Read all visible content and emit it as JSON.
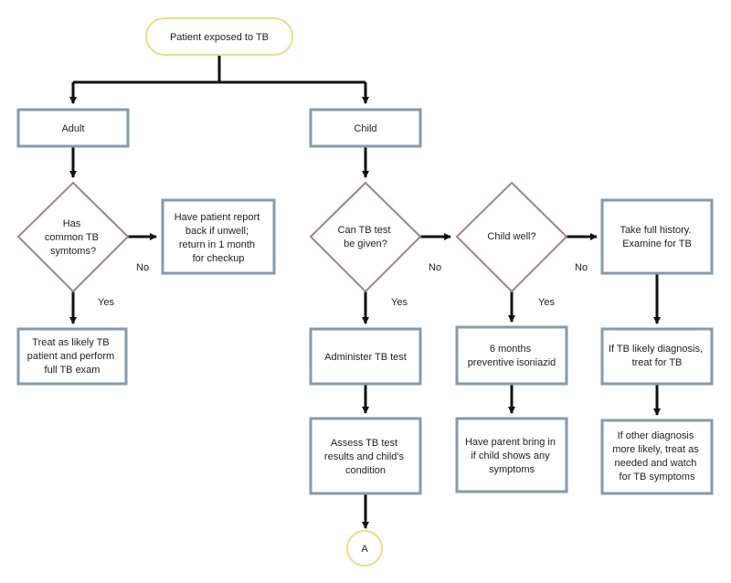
{
  "colors": {
    "box_border": "#8a9aa6",
    "diamond_border": "#9a8590",
    "terminator_border": "#e3e28a",
    "arrow": "#111111",
    "text": "#222222"
  },
  "start": {
    "lines": [
      "Patient exposed to TB"
    ]
  },
  "adult": {
    "box": {
      "lines": [
        "Adult"
      ]
    },
    "decision": {
      "lines": [
        "Has",
        "common TB",
        "symtoms?"
      ]
    },
    "no_box": {
      "lines": [
        "Have patient report",
        "back if unwell;",
        "return in 1 month",
        "for checkup"
      ]
    },
    "yes_box": {
      "lines": [
        "Treat as likely TB",
        "patient and perform",
        "full TB exam"
      ]
    },
    "no_label": "No",
    "yes_label": "Yes"
  },
  "child": {
    "box": {
      "lines": [
        "Child"
      ]
    },
    "decision_test": {
      "lines": [
        "Can TB test",
        "be given?"
      ]
    },
    "administer": {
      "lines": [
        "Administer TB test"
      ]
    },
    "assess": {
      "lines": [
        "Assess TB test",
        "results and child's",
        "condition"
      ]
    },
    "connector": {
      "lines": [
        "A"
      ]
    },
    "decision_well": {
      "lines": [
        "Child well?"
      ]
    },
    "preventive": {
      "lines": [
        "6 months",
        "preventive isoniazid"
      ]
    },
    "parent": {
      "lines": [
        "Have parent bring in",
        "if child shows any",
        "symptoms"
      ]
    },
    "history": {
      "lines": [
        "Take full history.",
        "Examine for TB"
      ]
    },
    "likely": {
      "lines": [
        "If TB likely diagnosis,",
        "treat for TB"
      ]
    },
    "other": {
      "lines": [
        "If other diagnosis",
        "more likely, treat as",
        "needed and watch",
        "for TB symptoms"
      ]
    },
    "no_label_test": "No",
    "yes_label_test": "Yes",
    "no_label_well": "No",
    "yes_label_well": "Yes"
  }
}
